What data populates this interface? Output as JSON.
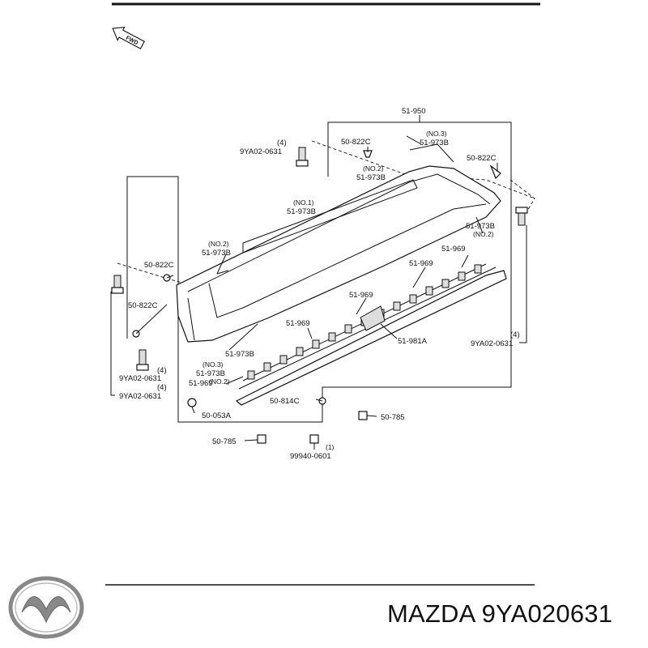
{
  "diagram": {
    "fwd_label": "FWD",
    "callouts": {
      "main_assembly": "51-950",
      "bolt_top_qty": "(4)",
      "bolt_top_part": "9YA02-0631",
      "clip_top": "50-822C",
      "trim_no3_qty": "(NO.3)",
      "trim_no3_part": "51-973B",
      "trim_no2_top_qty": "(NO.2)",
      "trim_no2_top_part": "51-973B",
      "clip_right": "50-822C",
      "trim_no1_qty": "(NO.1)",
      "trim_no1_part": "51-973B",
      "bolt_right_top_qty": "51-973B",
      "bolt_right_top_no": "(NO.2)",
      "clip_969_a": "51-969",
      "clip_969_b": "51-969",
      "trim_no2_left_qty": "(NO.2)",
      "trim_no2_left_part": "51-973B",
      "clip_left_upper": "50-822C",
      "clip_left_lower": "50-822C",
      "clip_969_c": "51-969",
      "clip_969_d": "51-969",
      "garnish": "51-981A",
      "trim_lower_part": "51-973B",
      "trim_lower_no3": "(NO.3)",
      "trim_lower_part2": "51-973B",
      "trim_lower_no2": "(NO.2)",
      "clip_969_e": "51-969",
      "bolt_left_qty": "(4)",
      "bolt_left_part": "9YA02-0631",
      "bolt_left2_qty": "(4)",
      "bolt_left2_part": "9YA02-0631",
      "bolt_right_qty": "(4)",
      "bolt_right_part": "9YA02-0631",
      "screw": "50-053A",
      "washer": "50-814C",
      "nut_right": "50-785",
      "nut_left": "50-785",
      "nut_bottom_qty": "(1)",
      "nut_bottom_part": "99940-0601"
    }
  },
  "brand": {
    "logo_name": "mazda-logo",
    "text": "MAZDA 9YA020631"
  }
}
